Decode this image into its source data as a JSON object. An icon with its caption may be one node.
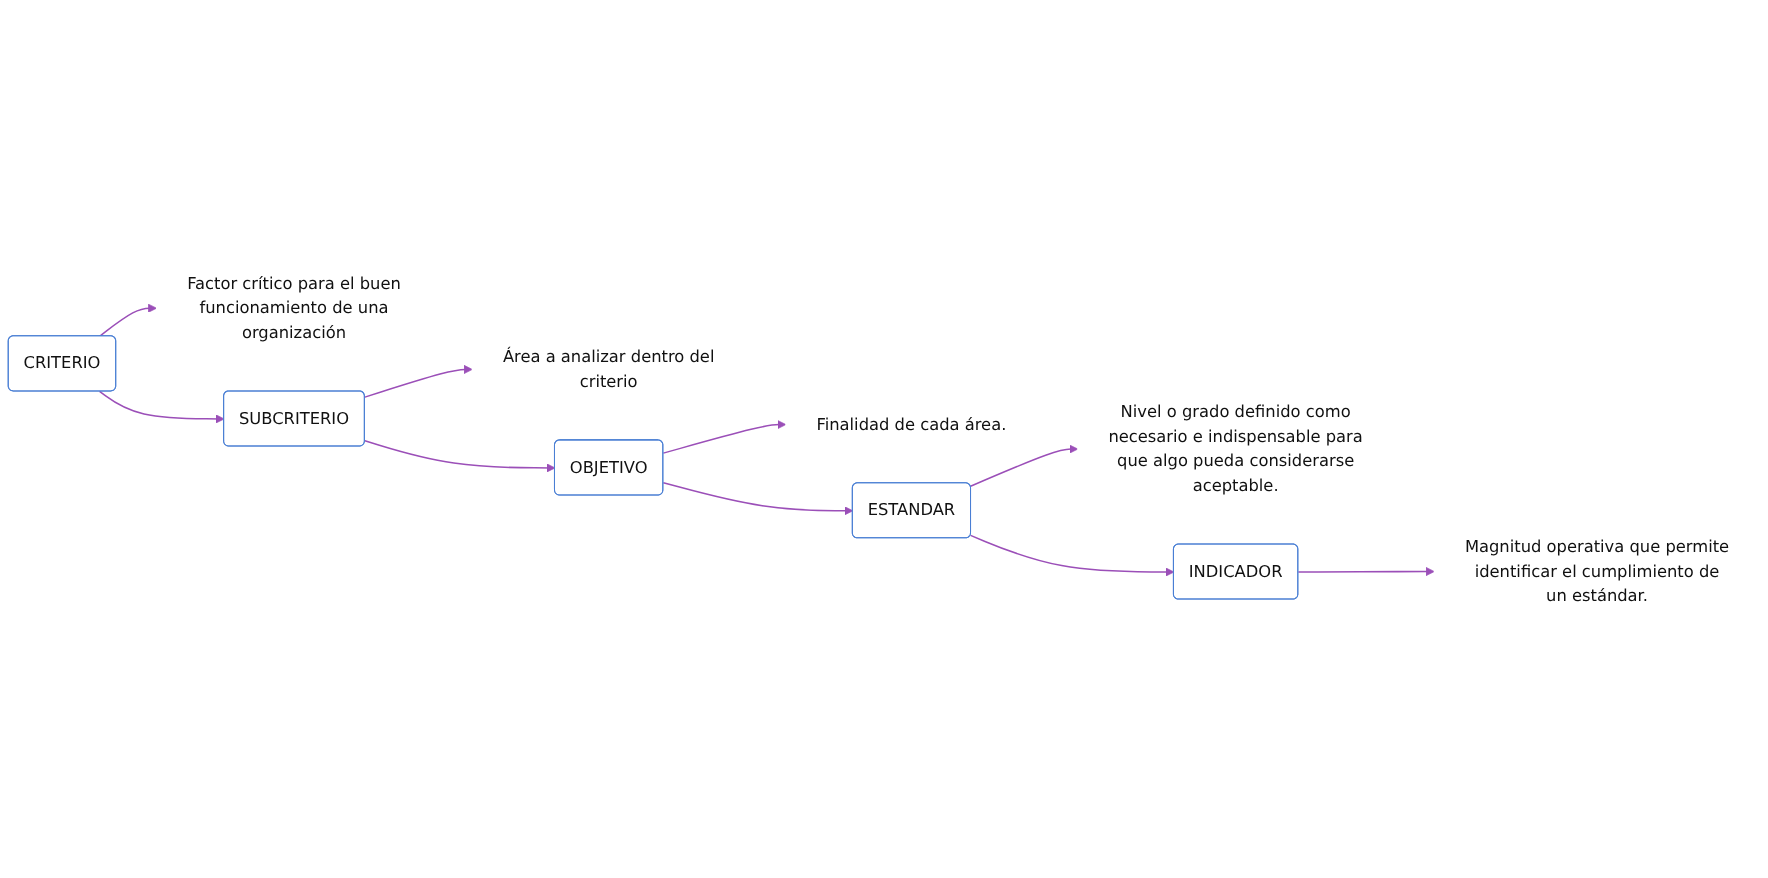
{
  "diagram": {
    "nodes": [
      {
        "text": [
          "CRITERIO"
        ]
      },
      {
        "text": [
          "Factor crítico para el buen funcionamiento de una organización"
        ]
      },
      {
        "text": [
          "SUBCRITERIO"
        ]
      },
      {
        "text": [
          "Área a analizar dentro del criterio"
        ]
      },
      {
        "text": [
          "OBJETIVO"
        ]
      },
      {
        "text": [
          "Finalidad de cada área."
        ]
      },
      {
        "text": [
          "ESTANDAR"
        ]
      },
      {
        "text": [
          "Nivel o grado definido como necesario e indispensable para que algo pueda considerarse aceptable."
        ]
      },
      {
        "text": [
          "INDICADOR"
        ]
      },
      {
        "text": [
          "Magnitud operativa que permite identificar el cumplimiento de un estándar."
        ]
      }
    ],
    "edges": [
      {
        "from": 0,
        "to": 1,
        "arrow": "to"
      },
      {
        "from": 0,
        "to": 2,
        "arrow": "to"
      },
      {
        "from": 2,
        "to": 3,
        "arrow": "to"
      },
      {
        "from": 2,
        "to": 4,
        "arrow": "to"
      },
      {
        "from": 4,
        "to": 5,
        "arrow": "to"
      },
      {
        "from": 4,
        "to": 6,
        "arrow": "to"
      },
      {
        "from": 6,
        "to": 7,
        "arrow": "to"
      },
      {
        "from": 6,
        "to": 8,
        "arrow": "to"
      },
      {
        "from": 8,
        "to": 9,
        "arrow": "to"
      }
    ]
  }
}
